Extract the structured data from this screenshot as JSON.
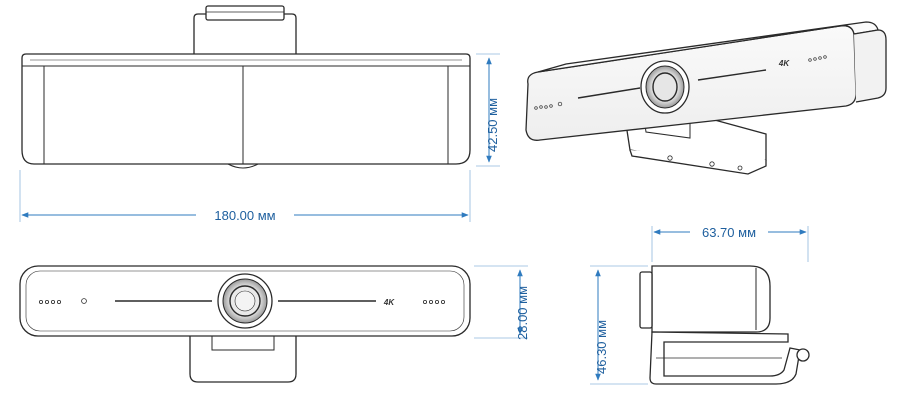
{
  "colors": {
    "outline": "#2a2a2a",
    "dimension": "#2f7bbf",
    "label": "#1e5f9e",
    "extension": "#8fb8dc"
  },
  "dimensions": {
    "width": "180.00 мм",
    "depth": "42.50 мм",
    "height": "28.00 мм",
    "side_depth": "63.70 мм",
    "side_height": "46.30 мм"
  },
  "logo": {
    "text": "4K"
  },
  "icons": {
    "camera_lens": "lens-icon",
    "status_leds": "led-dots-icon"
  }
}
